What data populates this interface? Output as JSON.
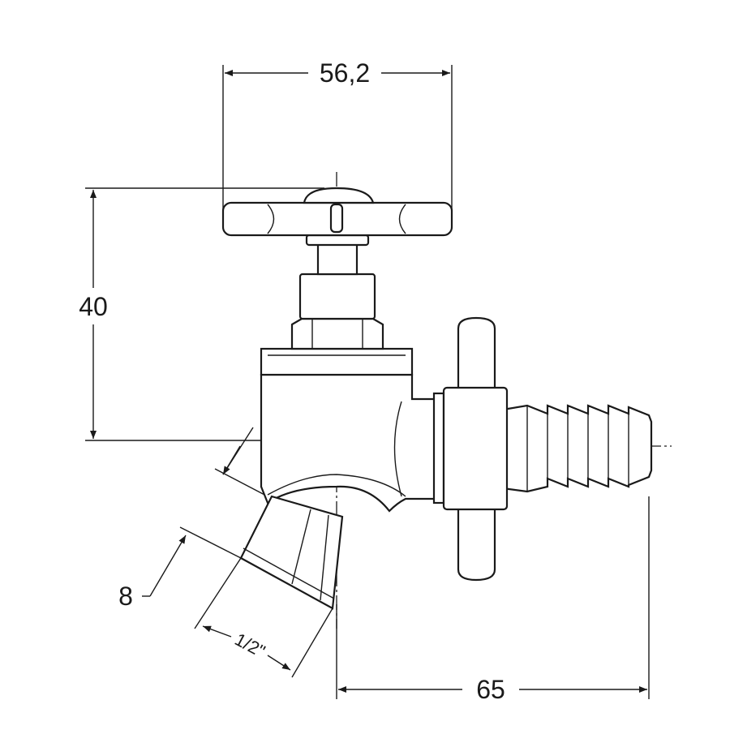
{
  "drawing": {
    "title": "Faucet valve with hose barb",
    "dimensions": {
      "handle_width": "56,2",
      "height": "40",
      "thread_length": "8",
      "thread_size": "1/2\"",
      "overall_length": "65"
    },
    "colors": {
      "line": "#1a1a1a",
      "background": "#ffffff"
    }
  }
}
